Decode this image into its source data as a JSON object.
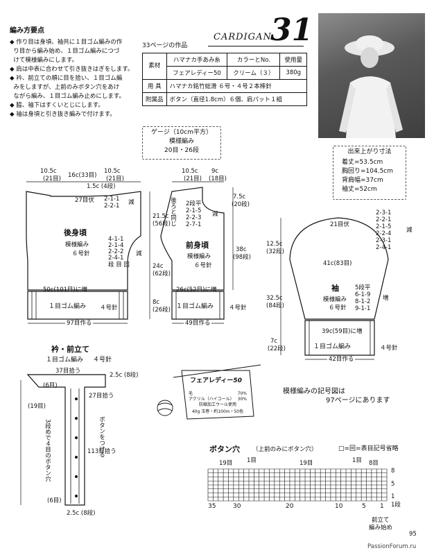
{
  "notes": {
    "title": "編み方要点",
    "items": [
      "作り目は身頃、袖共に１目ゴム編みの作",
      "り目から編み始め、１目ゴム編みにつづ",
      "けて模様編みにします。",
      "肩は中表に合わせて引き抜きはぎをします。",
      "衿、前立ての順に目を拾い、１目ゴム編",
      "みをしますが、上前のみボタン穴をあけ",
      "ながら編み、１目ゴム編み止めにします。",
      "脇、袖下はすくいとじにします。",
      "袖は身頃と引き抜き編みで付けます。"
    ]
  },
  "header": {
    "page_ref": "33ページの作品",
    "label": "CARDIGAN",
    "number": "31"
  },
  "materials": {
    "row_label": "素材",
    "col1": "ハマナカ手あみ糸",
    "col2": "カラーとNo.",
    "col3": "使用量",
    "yarn": "フェアレディー50",
    "color": "クリーム（３）",
    "amount": "380g",
    "tools_label": "用 具",
    "tools": "ハマナカ銘竹総滑 ６号・４号２本棒針",
    "acc_label": "附属品",
    "acc": "ボタン（直径1.8cm）６個、肩パット１組"
  },
  "gauge": {
    "title": "ゲージ（10cm平方）",
    "pattern": "模様編み",
    "value": "20目・26段"
  },
  "finished": {
    "title": "出来上がり寸法",
    "items": [
      "着丈=53.5cm",
      "胸回り=104.5cm",
      "背肩幅=37cm",
      "袖丈=52cm"
    ]
  },
  "back": {
    "title": "後身頃",
    "pattern": "模様編み",
    "needle": "６号針",
    "w_left": "10.5c",
    "w_left_st": "(21目)",
    "neck": "16c(33目)",
    "w_right": "10.5c",
    "w_right_st": "(21目)",
    "neck_drop": "1.5c (4段)",
    "neck_st": "27目伏",
    "neck_dec": [
      "2-1-1",
      "2-2-1"
    ],
    "dec_mark": "減",
    "arm_h": "21.5c",
    "arm_rows": "(56段)",
    "arm_dec": [
      "4-1-1",
      "2-1-4",
      "2-2-2",
      "2-4-1",
      "段 目 回"
    ],
    "body_h": "24c",
    "body_rows": "(62段)",
    "inc_line": "50c(101目)に増",
    "rib": "１目ゴム編み",
    "rib_needle": "４号針",
    "rib_h": "8c",
    "rib_rows": "(26段)",
    "cast": "97目作る"
  },
  "front": {
    "title": "前身頃",
    "pattern": "模様編み",
    "needle": "６号針",
    "w": "10.5c",
    "w_st": "(21目)",
    "neck": "9c",
    "neck_st": "(18目)",
    "shoulder_note": "後ろと同じ",
    "neck_dec": [
      "2段平",
      "2-1-5",
      "2-2-3",
      "2-7-1"
    ],
    "dec_mark": "減",
    "neck_h": "7.5c",
    "neck_rows": "(20段)",
    "side_h": "38c",
    "side_rows": "(98段)",
    "inc_line": "26c(52目)に増",
    "rib": "１目ゴム編み",
    "rib_needle": "４号針",
    "cast": "49目作る"
  },
  "sleeve": {
    "title": "袖",
    "pattern": "模様編み",
    "needle": "６号針",
    "top_st": "21目伏",
    "cap_dec": [
      "2-3-1",
      "2-2-1",
      "2-1-5",
      "2-2-4",
      "2-3-1",
      "2-4-1"
    ],
    "dec_mark": "減",
    "cap_h": "12.5c",
    "cap_rows": "(32段)",
    "width": "41c(83目)",
    "body_h": "32.5c",
    "body_rows": "(84段)",
    "side_inc": [
      "5段平",
      "6-1-9",
      "8-1-2",
      "9-1-1"
    ],
    "inc_mark": "増",
    "inc_line": "39c(59目)に増",
    "rib": "１目ゴム編み",
    "rib_needle": "４号針",
    "rib_h": "7c",
    "rib_rows": "(22段)",
    "cast": "42目作る"
  },
  "collar": {
    "title": "衿・前立て",
    "rib": "１目ゴム編み",
    "needle": "４号針",
    "top_pick": "37目拾う",
    "top_h": "2.5c (8段)",
    "left_6": "(6目)",
    "right_pick": "27目拾う",
    "left_19": "(19目)",
    "hole_note": "3段めで４目のボタン穴",
    "button_note": "ボタンをつける",
    "side_pick": "113目拾う",
    "bottom_6": "(6目)",
    "bottom_h": "2.5c (8段)"
  },
  "yarn_label": {
    "name": "フェアレディー",
    "num": "50",
    "wool": "毛",
    "wool_pct": "70%",
    "acryl": "アクリル（ハイコール）",
    "acryl_pct": "30%",
    "sub": "防縮加工ウール使用",
    "weight": "40g 玉巻・約100m・50色"
  },
  "pattern_note": [
    "模様編みの記号図は",
    "97ページにあります"
  ],
  "buttonhole": {
    "title": "ボタン穴",
    "subtitle": "（上前のみにボタン穴）",
    "legend": "□=回=表目記号省略",
    "labels_top": [
      "19目",
      "1目",
      "19目",
      "1目",
      "8目"
    ],
    "row_labels": [
      "8",
      "5",
      "1"
    ],
    "col_labels": [
      "35",
      "30",
      "20",
      "10",
      "5",
      "1"
    ],
    "rows_note": "1段",
    "bottom_note": [
      "前立て",
      "編み始め"
    ]
  },
  "page_number": "95",
  "watermark": "PassionForum.ru"
}
